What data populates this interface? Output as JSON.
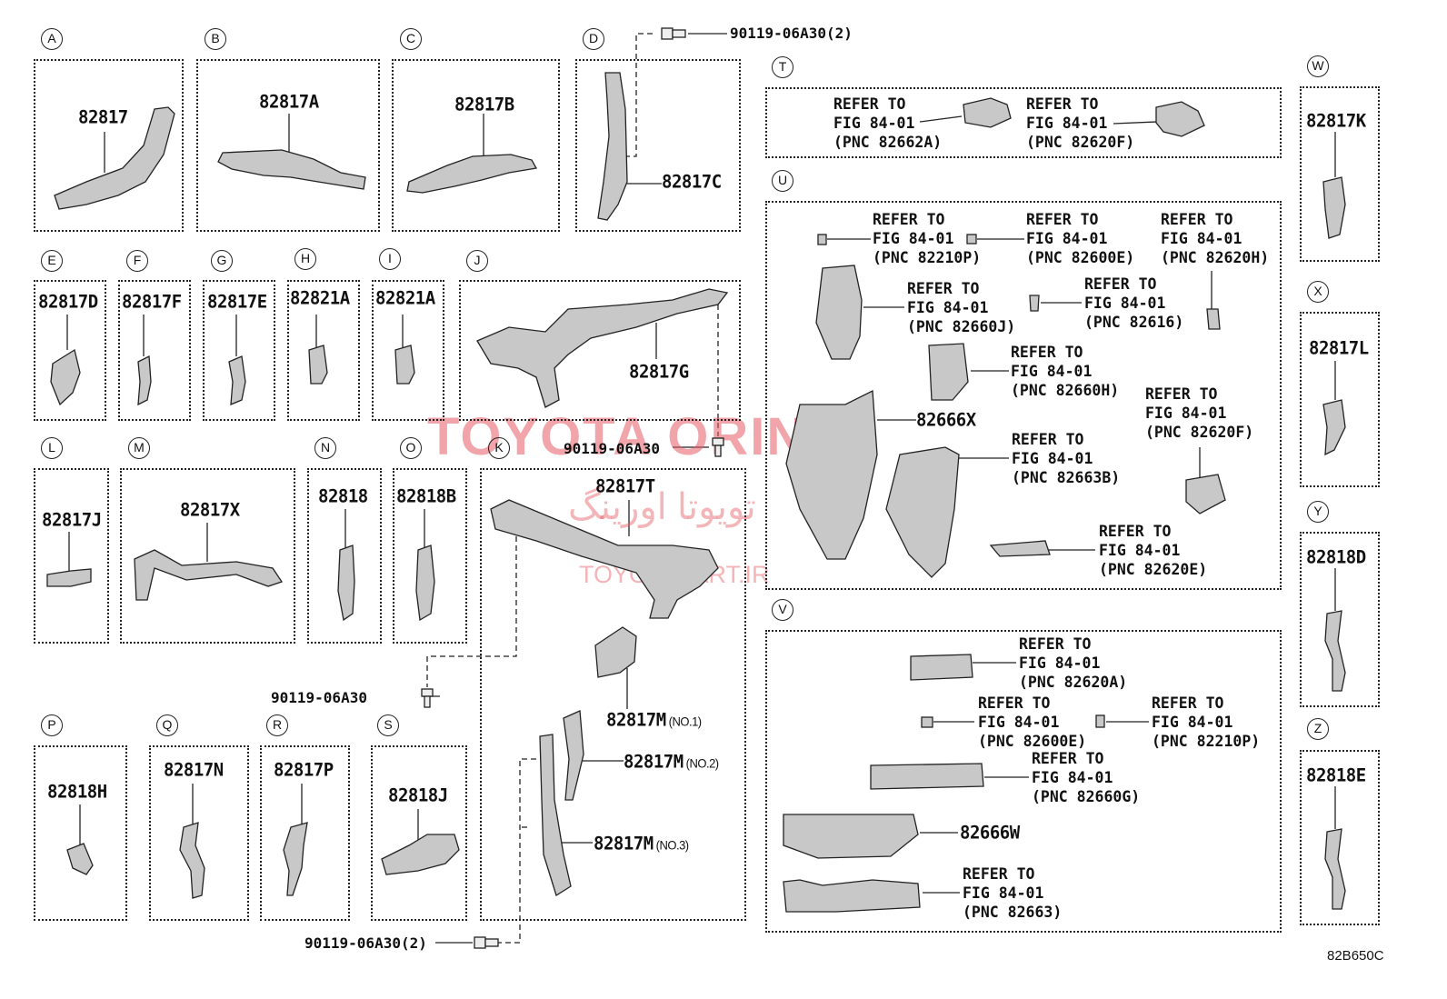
{
  "diagram_code": "82B650C",
  "watermark": {
    "main": "TOYOTA ORING",
    "arabic": "تویوتا اورینگ",
    "site": "TOYOTAPART.IR"
  },
  "panels": [
    {
      "id": "A",
      "parts": [
        "82817"
      ]
    },
    {
      "id": "B",
      "parts": [
        "82817A"
      ]
    },
    {
      "id": "C",
      "parts": [
        "82817B"
      ]
    },
    {
      "id": "D",
      "parts": [
        "82817C"
      ]
    },
    {
      "id": "E",
      "parts": [
        "82817D"
      ]
    },
    {
      "id": "F",
      "parts": [
        "82817F"
      ]
    },
    {
      "id": "G",
      "parts": [
        "82817E"
      ]
    },
    {
      "id": "H",
      "parts": [
        "82821A"
      ]
    },
    {
      "id": "I",
      "parts": [
        "82821A"
      ]
    },
    {
      "id": "J",
      "parts": [
        "82817G"
      ]
    },
    {
      "id": "K",
      "parts": [
        "82817T",
        "82817M",
        "82817M",
        "82817M"
      ]
    },
    {
      "id": "L",
      "parts": [
        "82817J"
      ]
    },
    {
      "id": "M",
      "parts": [
        "82817X"
      ]
    },
    {
      "id": "N",
      "parts": [
        "82818"
      ]
    },
    {
      "id": "O",
      "parts": [
        "82818B"
      ]
    },
    {
      "id": "P",
      "parts": [
        "82818H"
      ]
    },
    {
      "id": "Q",
      "parts": [
        "82817N"
      ]
    },
    {
      "id": "R",
      "parts": [
        "82817P"
      ]
    },
    {
      "id": "S",
      "parts": [
        "82818J"
      ]
    },
    {
      "id": "T",
      "parts": []
    },
    {
      "id": "U",
      "parts": [
        "82666X"
      ]
    },
    {
      "id": "V",
      "parts": [
        "82666W"
      ]
    },
    {
      "id": "W",
      "parts": [
        "82817K"
      ]
    },
    {
      "id": "X",
      "parts": [
        "82817L"
      ]
    },
    {
      "id": "Y",
      "parts": [
        "82818D"
      ]
    },
    {
      "id": "Z",
      "parts": [
        "82818E"
      ]
    }
  ],
  "k_suffixes": [
    "(NO.1)",
    "(NO.2)",
    "(NO.3)"
  ],
  "fasteners": [
    "90119-06A30(2)",
    "90119-06A30",
    "90119-06A30",
    "90119-06A30(2)"
  ],
  "refer": {
    "line1": "REFER TO",
    "line2": "FIG 84-01",
    "pncs": {
      "t1": "(PNC 82662A)",
      "t2": "(PNC 82620F)",
      "u1": "(PNC 82210P)",
      "u2": "(PNC 82600E)",
      "u3": "(PNC 82620H)",
      "u4": "(PNC 82660J)",
      "u5": "(PNC 82616)",
      "u6": "(PNC 82660H)",
      "u7": "(PNC 82620F)",
      "u8": "(PNC 82663B)",
      "u9": "(PNC 82620E)",
      "v1": "(PNC 82620A)",
      "v2": "(PNC 82600E)",
      "v3": "(PNC 82210P)",
      "v4": "(PNC 82660G)",
      "v5": "(PNC 82663)"
    }
  }
}
